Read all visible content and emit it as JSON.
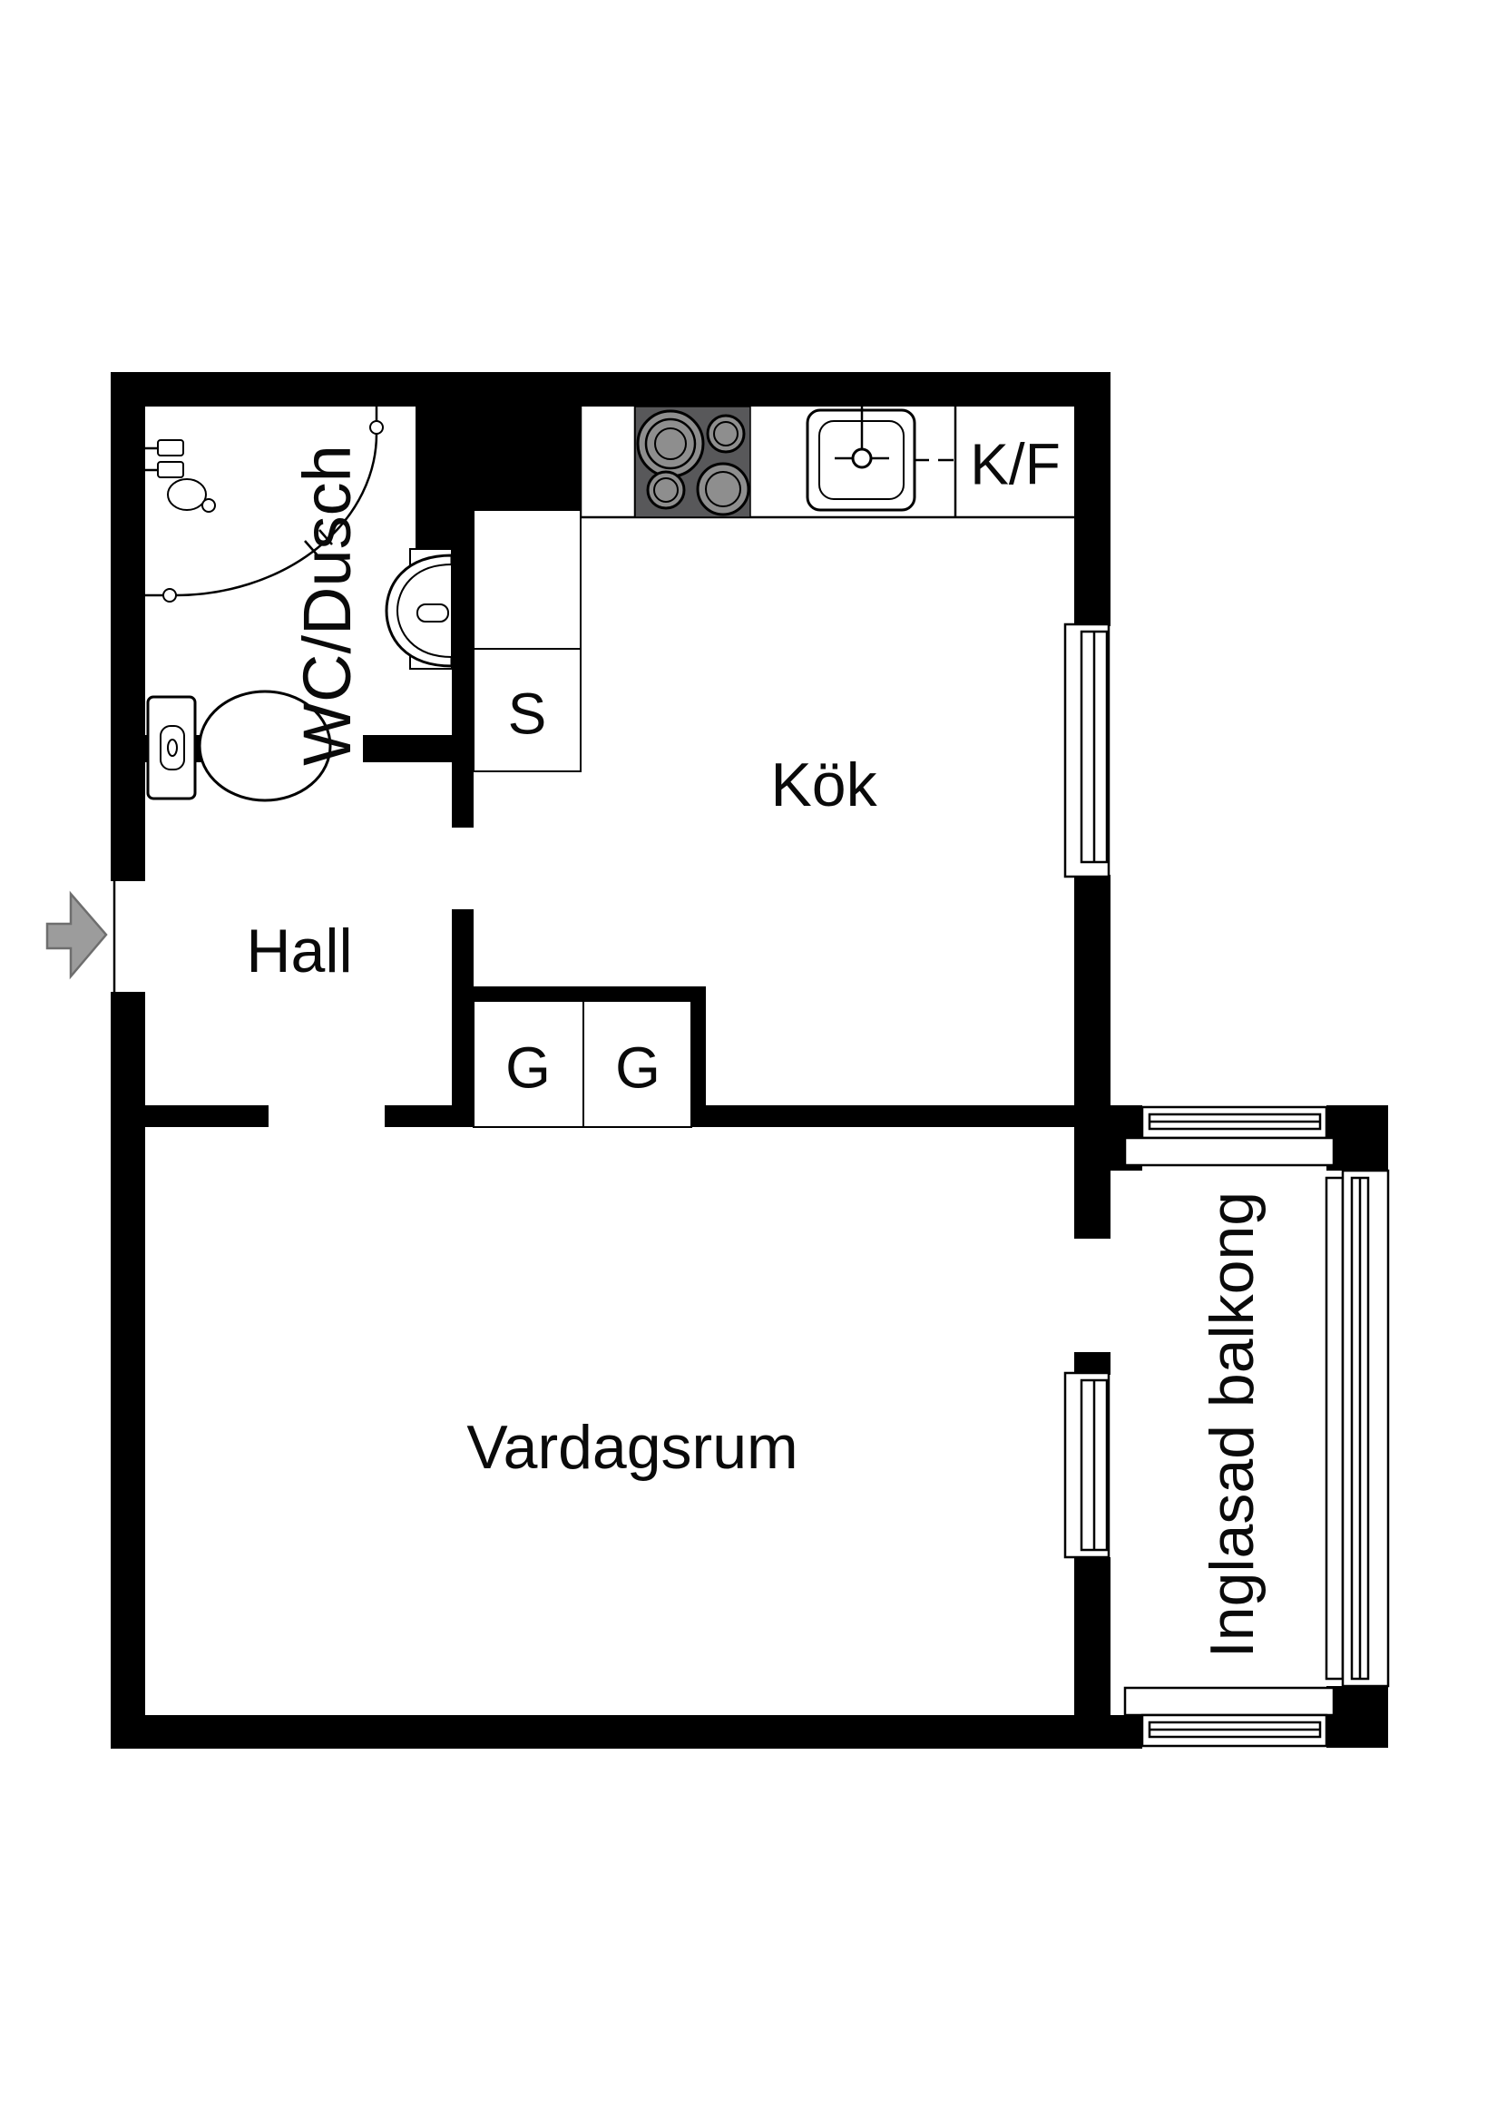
{
  "floorplan": {
    "labels": {
      "bathroom": "WC/Dusch",
      "kitchen": "Kök",
      "fridge_freezer": "K/F",
      "closet_s": "S",
      "wardrobe_left": "G",
      "wardrobe_right": "G",
      "hall": "Hall",
      "living_room": "Vardagsrum",
      "balcony": "Inglasad balkong"
    },
    "icons": {
      "entrance": "arrow-right-icon",
      "stove": "stove-burners-icon",
      "kitchen_sink": "sink-icon",
      "toilet": "toilet-icon",
      "washbasin": "washbasin-icon",
      "shower": "shower-curtain-icon"
    },
    "colors": {
      "wall": "#000000",
      "background": "#ffffff",
      "stove_fill": "#58585a",
      "burner_fill": "#8e8e8e",
      "arrow_fill": "#9c9c9c",
      "arrow_stroke": "#6e6e6e"
    }
  }
}
